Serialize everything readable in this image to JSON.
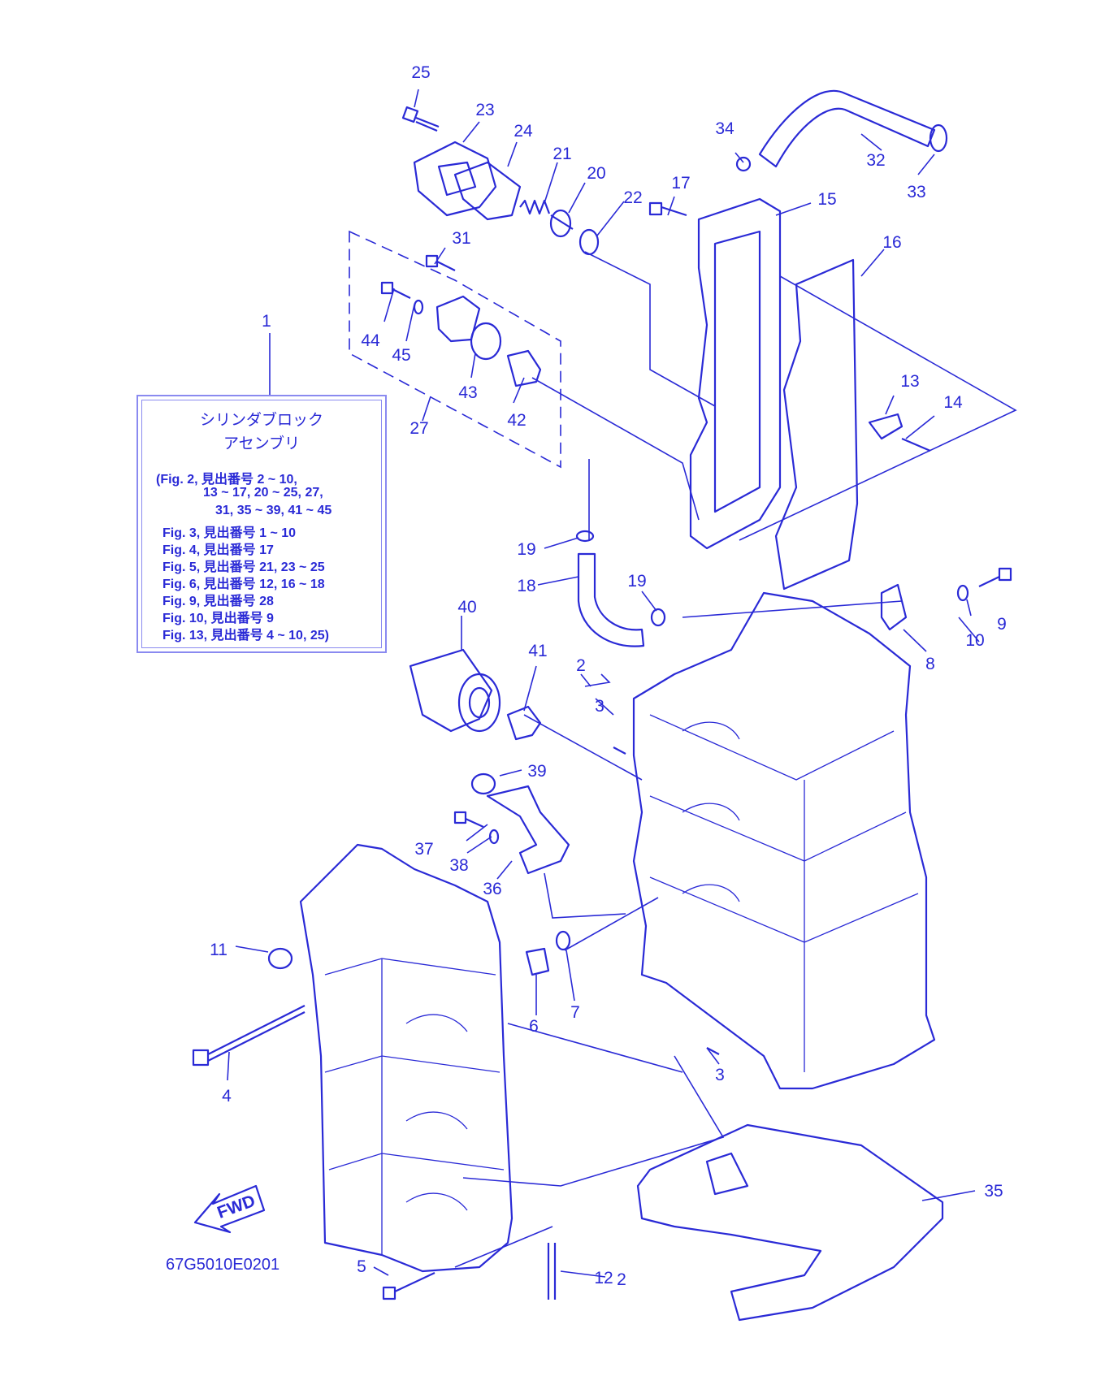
{
  "assembly": {
    "title_line1": "シリンダブロック",
    "title_line2": "アセンブリ",
    "figure_refs": [
      "(Fig. 2, 見出番号 2 ~ 10,",
      "13 ~ 17, 20 ~ 25, 27,",
      "31, 35 ~ 39, 41 ~ 45",
      "Fig. 3, 見出番号 1 ~ 10",
      "Fig. 4, 見出番号 17",
      "Fig. 5, 見出番号 21, 23 ~ 25",
      "Fig. 6, 見出番号 12, 16 ~ 18",
      "Fig. 9, 見出番号 28",
      "Fig. 10, 見出番号 9",
      "Fig. 13, 見出番号 4 ~ 10, 25)"
    ]
  },
  "fwd_label": "FWD",
  "diagram_code": "67G5010E0201",
  "part_labels": {
    "p1": "1",
    "p2a": "2",
    "p2b": "2",
    "p3a": "3",
    "p3b": "3",
    "p4": "4",
    "p5": "5",
    "p6": "6",
    "p7": "7",
    "p8": "8",
    "p9": "9",
    "p10": "10",
    "p11": "11",
    "p12": "12",
    "p13": "13",
    "p14": "14",
    "p15": "15",
    "p16": "16",
    "p17": "17",
    "p18": "18",
    "p19a": "19",
    "p19b": "19",
    "p20": "20",
    "p21": "21",
    "p22": "22",
    "p23": "23",
    "p24": "24",
    "p25": "25",
    "p27": "27",
    "p31": "31",
    "p32": "32",
    "p33": "33",
    "p34": "34",
    "p35": "35",
    "p36": "36",
    "p37": "37",
    "p38": "38",
    "p39": "39",
    "p40": "40",
    "p41": "41",
    "p42": "42",
    "p43": "43",
    "p44": "44",
    "p45": "45"
  },
  "colors": {
    "ink": "#2a2ad6",
    "box_border": "#8a8af0",
    "background": "#ffffff"
  }
}
